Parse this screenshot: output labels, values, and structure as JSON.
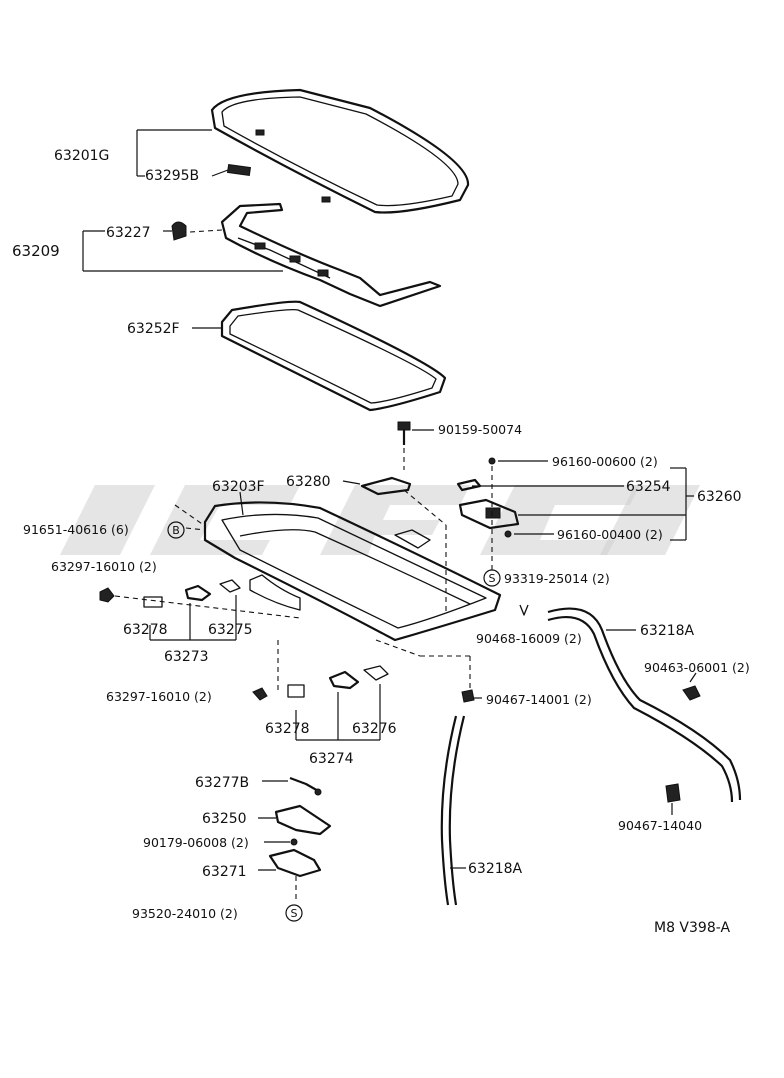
{
  "diagram_code": "M8 V398-A",
  "symbols": {
    "S": "S",
    "B": "B"
  },
  "labels": {
    "p63201G": "63201G",
    "p63295B": "63295B",
    "p63209": "63209",
    "p63227": "63227",
    "p63252F": "63252F",
    "p90159": "90159-50074",
    "p63203F": "63203F",
    "p63280": "63280",
    "p96160_600": "96160-00600 (2)",
    "p63254": "63254",
    "p63260": "63260",
    "p96160_400": "96160-00400 (2)",
    "p91651": "91651-40616 (6)",
    "p93319": "93319-25014 (2)",
    "p63297_a": "63297-16010 (2)",
    "p63278_a": "63278",
    "p63275": "63275",
    "p63273": "63273",
    "p90468": "90468-16009 (2)",
    "p63218A_a": "63218A",
    "p90463": "90463-06001 (2)",
    "p63297_b": "63297-16010 (2)",
    "p90467_14001": "90467-14001 (2)",
    "p63278_b": "63278",
    "p63276": "63276",
    "p63274": "63274",
    "p63277B": "63277B",
    "p63250": "63250",
    "p90179": "90179-06008 (2)",
    "p63271": "63271",
    "p93520": "93520-24010 (2)",
    "p63218A_b": "63218A",
    "p90467_14040": "90467-14040"
  }
}
